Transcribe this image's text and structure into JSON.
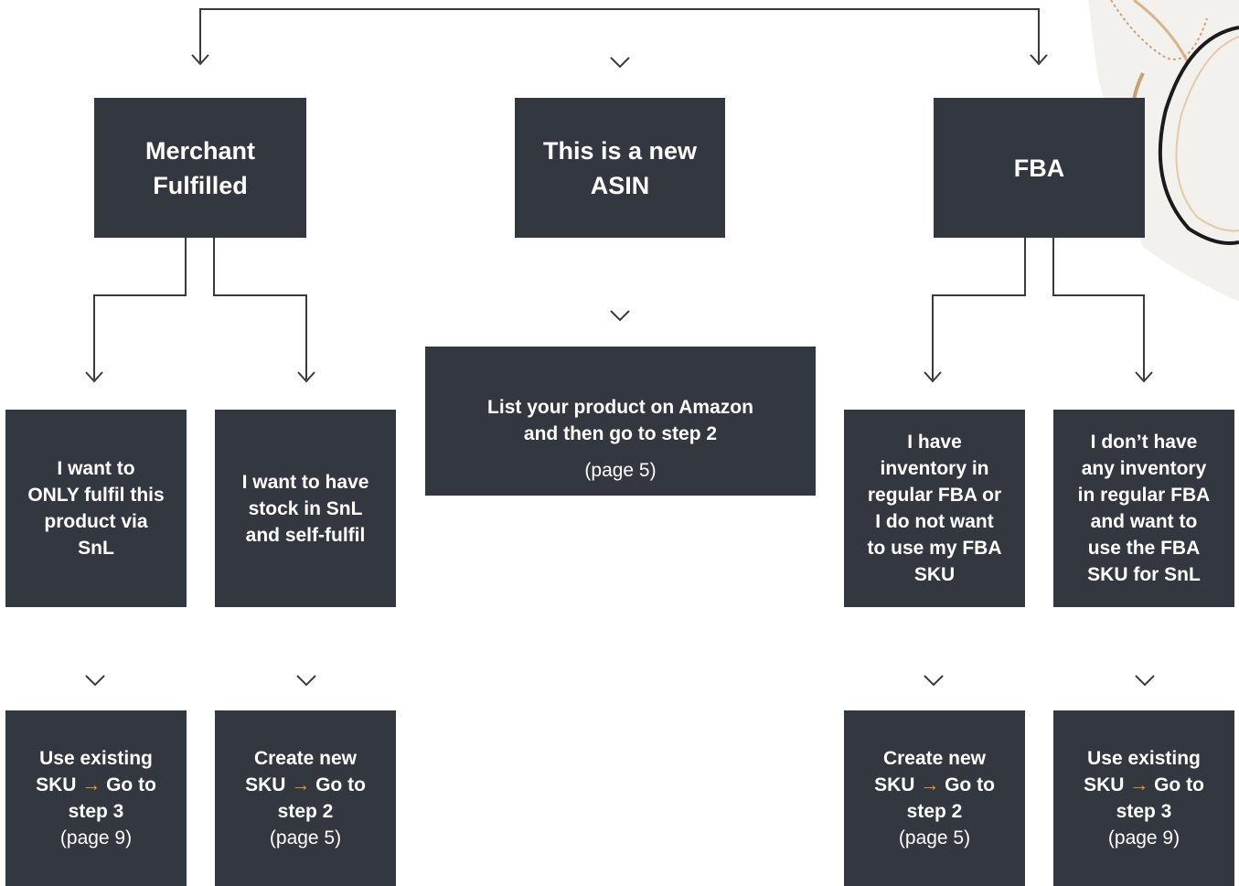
{
  "top_boxes": {
    "merchant": "Merchant\nFulfilled",
    "new_asin": "This is a new\nASIN",
    "fba": "FBA"
  },
  "list_box": {
    "text": "List your product on Amazon\nand then go to step 2",
    "sub": "(page 5)"
  },
  "mid_boxes": {
    "only_snl": "I want to\nONLY fulfil this\nproduct via\nSnL",
    "stock_snl": "I want to have\nstock in SnL\nand self-fulfil",
    "have_inv": "I have\ninventory in\nregular FBA or\nI do not want\nto use my FBA\nSKU",
    "no_inv": "I don’t have\nany inventory\nin regular FBA\nand want to\nuse the FBA\nSKU for SnL"
  },
  "bottom_boxes": [
    {
      "l1": "Use existing",
      "l2a": "SKU",
      "arrow": "→",
      "l2b": "Go to",
      "l3": "step 3",
      "page": "(page 9)"
    },
    {
      "l1": "Create new",
      "l2a": "SKU",
      "arrow": "→",
      "l2b": "Go to",
      "l3": "step 2",
      "page": "(page 5)"
    },
    {
      "l1": "Create new",
      "l2a": "SKU",
      "arrow": "→",
      "l2b": "Go to",
      "l3": "step 2",
      "page": "(page 5)"
    },
    {
      "l1": "Use existing",
      "l2a": "SKU",
      "arrow": "→",
      "l2b": "Go to",
      "l3": "step 3",
      "page": "(page 9)"
    }
  ],
  "colors": {
    "box": "#333740",
    "arrow_accent": "#f39a1f",
    "line": "#3a3a3a"
  },
  "icons": {
    "chevron": "chevron-down-icon",
    "arrow": "arrow-down-icon"
  }
}
